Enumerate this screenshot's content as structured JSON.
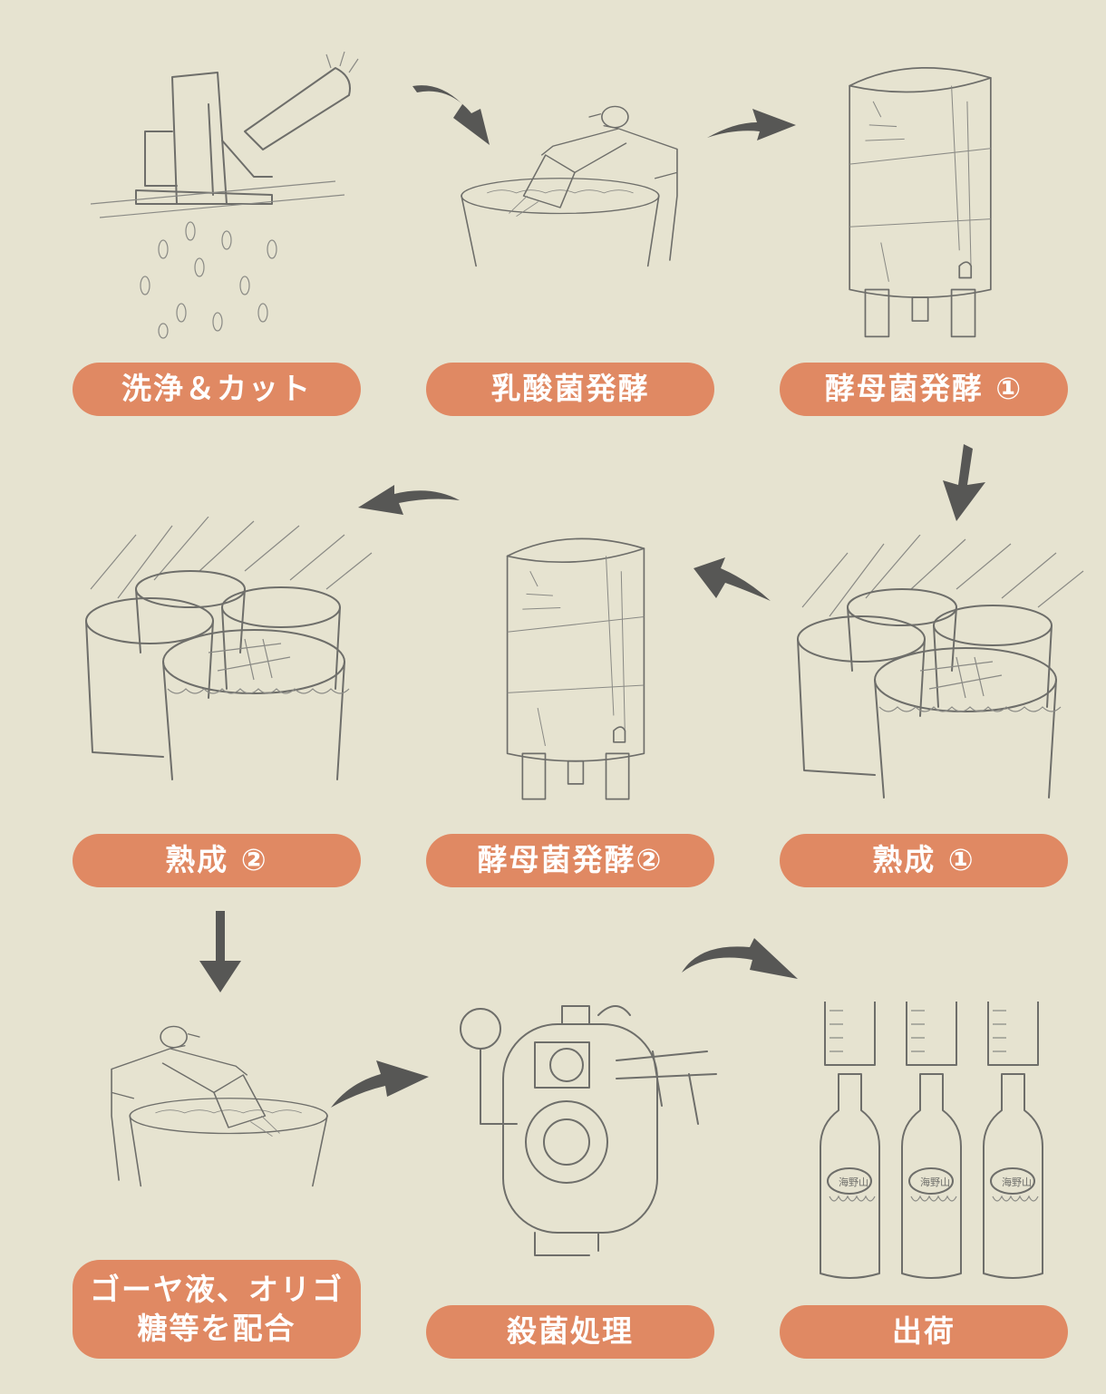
{
  "colors": {
    "background": "#e6e3d0",
    "label": "#e08963",
    "label_text": "#ffffff",
    "arrow": "#575755",
    "sketch": "#6e6e6a"
  },
  "steps": [
    {
      "label": "洗浄＆カット",
      "icon": "cutting-machine-icon"
    },
    {
      "label": "乳酸菌発酵",
      "icon": "worker-pouring-icon"
    },
    {
      "label": "酵母菌発酵 ①",
      "icon": "fermentation-tank-icon"
    },
    {
      "label": "熟成 ①",
      "icon": "aging-barrels-icon"
    },
    {
      "label": "酵母菌発酵②",
      "icon": "fermentation-tank-icon"
    },
    {
      "label": "熟成 ②",
      "icon": "aging-barrels-icon"
    },
    {
      "label": "ゴーヤ液、オリゴ糖等を配合",
      "icon": "worker-pouring-icon"
    },
    {
      "label": "殺菌処理",
      "icon": "sterilizer-icon"
    },
    {
      "label": "出荷",
      "icon": "bottles-icon"
    }
  ],
  "bottle_brand": "海野山"
}
